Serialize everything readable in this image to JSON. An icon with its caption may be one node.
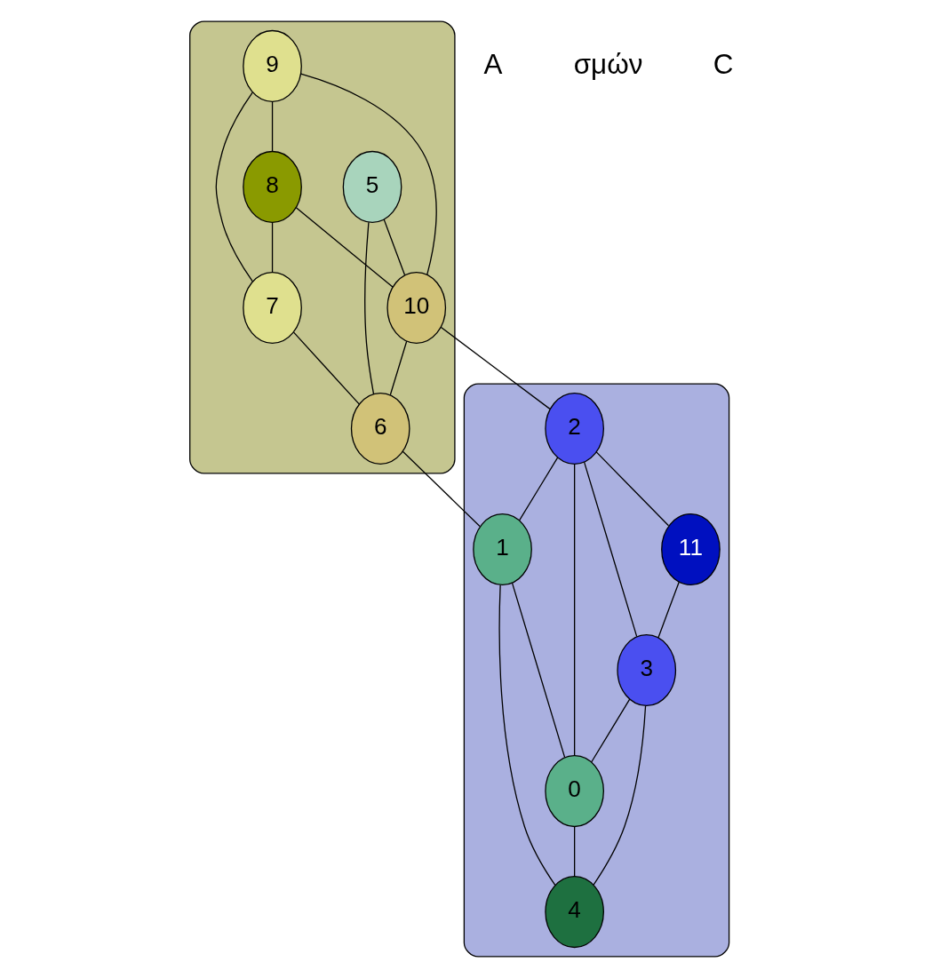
{
  "diagram": {
    "nodes": [
      {
        "text": [],
        "shape": "cloud"
      },
      {
        "text": [
          "9"
        ],
        "in": 0
      },
      {
        "text": [
          "8"
        ],
        "in": 0
      },
      {
        "text": [
          "7"
        ],
        "in": 0
      },
      {
        "text": [
          "5"
        ],
        "in": 0
      },
      {
        "text": [
          "10"
        ],
        "in": 0
      },
      {
        "text": [
          "6"
        ],
        "in": 0
      },
      {
        "text": [],
        "shape": "cloud"
      },
      {
        "text": [
          "1"
        ],
        "in": 7
      },
      {
        "text": [
          "2"
        ],
        "in": 7
      },
      {
        "text": [
          "11"
        ],
        "in": 7
      },
      {
        "text": [
          "3"
        ],
        "in": 7
      },
      {
        "text": [
          "0"
        ],
        "in": 7
      },
      {
        "text": [
          "4"
        ],
        "in": 7
      }
    ],
    "edges": [
      {
        "from": 1,
        "to": 2,
        "arrow": "none"
      },
      {
        "from": 1,
        "to": 3,
        "arrow": "none"
      },
      {
        "from": 1,
        "to": 5,
        "arrow": "none"
      },
      {
        "from": 2,
        "to": 3,
        "arrow": "none"
      },
      {
        "from": 2,
        "to": 5,
        "arrow": "none"
      },
      {
        "from": 3,
        "to": 6,
        "arrow": "none"
      },
      {
        "from": 4,
        "to": 5,
        "arrow": "none"
      },
      {
        "from": 4,
        "to": 6,
        "arrow": "none"
      },
      {
        "from": 5,
        "to": 6,
        "arrow": "none"
      },
      {
        "from": 5,
        "to": 9,
        "arrow": "none"
      },
      {
        "from": 6,
        "to": 8,
        "arrow": "none"
      },
      {
        "from": 9,
        "to": 10,
        "arrow": "none"
      },
      {
        "from": 9,
        "to": 8,
        "arrow": "none"
      },
      {
        "from": 9,
        "to": 11,
        "arrow": "none"
      },
      {
        "from": 9,
        "to": 12,
        "arrow": "none"
      },
      {
        "from": 8,
        "to": 12,
        "arrow": "none"
      },
      {
        "from": 8,
        "to": 13,
        "arrow": "none"
      },
      {
        "from": 10,
        "to": 11,
        "arrow": "none"
      },
      {
        "from": 11,
        "to": 12,
        "arrow": "none"
      },
      {
        "from": 12,
        "to": 13,
        "arrow": "none"
      },
      {
        "from": 11,
        "to": 13,
        "arrow": "none"
      }
    ],
    "labels": [
      "A",
      "σμών",
      "C"
    ]
  }
}
